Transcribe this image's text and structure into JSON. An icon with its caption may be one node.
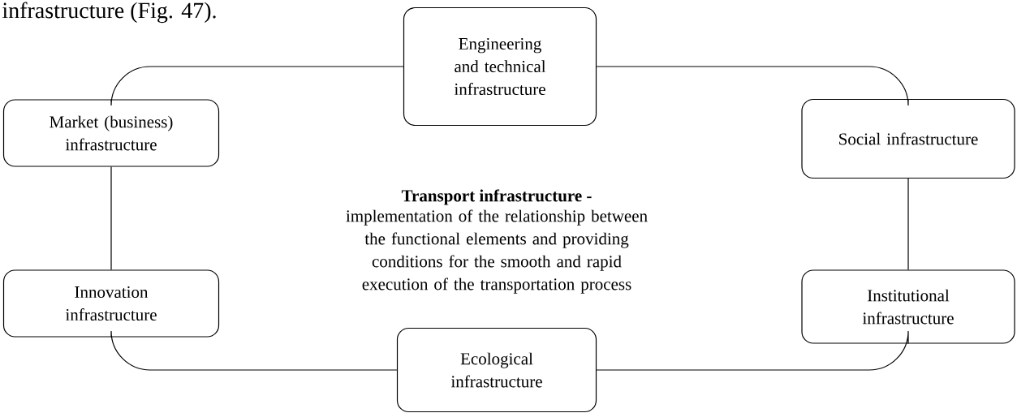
{
  "diagram": {
    "nodes": [
      {
        "text": [
          "Engineering and technical infrastructure"
        ]
      },
      {
        "text": [
          "Market (business) infrastructure"
        ]
      },
      {
        "text": [
          "Social infrastructure"
        ]
      },
      {
        "text": [
          "Innovation infrastructure"
        ]
      },
      {
        "text": [
          "Institutional infrastructure"
        ]
      },
      {
        "text": [
          "Ecological infrastructure"
        ]
      }
    ],
    "edges": [
      {
        "from": 1,
        "to": 0,
        "arrow": "none"
      },
      {
        "from": 0,
        "to": 2,
        "arrow": "none"
      },
      {
        "from": 1,
        "to": 3,
        "arrow": "none"
      },
      {
        "from": 2,
        "to": 4,
        "arrow": "none"
      },
      {
        "from": 3,
        "to": 5,
        "arrow": "none"
      },
      {
        "from": 5,
        "to": 4,
        "arrow": "none"
      }
    ],
    "labels": [
      "infrastructure (Fig. 47).",
      "Transport infrastructure -",
      "implementation of the relationship between the functional elements and providing conditions for the smooth and rapid execution of the transportation process"
    ]
  }
}
